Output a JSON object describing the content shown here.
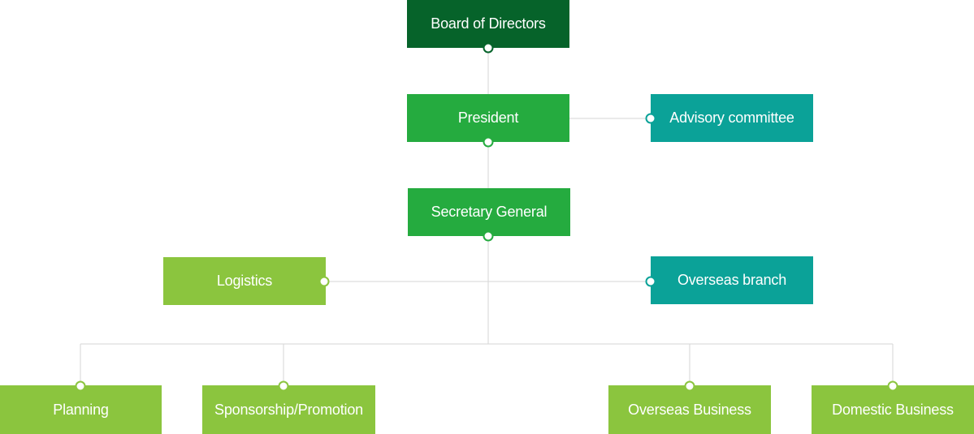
{
  "colors": {
    "dark_green": "#06632a",
    "mid_green": "#25ab3f",
    "teal": "#0ba298",
    "light_green": "#8bc53e",
    "connector": "#d6d6d6"
  },
  "nodes": {
    "board": {
      "label": "Board of Directors"
    },
    "president": {
      "label": "President"
    },
    "advisory": {
      "label": "Advisory committee"
    },
    "secretary": {
      "label": "Secretary General"
    },
    "logistics": {
      "label": "Logistics"
    },
    "overseas_branch": {
      "label": "Overseas branch"
    },
    "planning": {
      "label": "Planning"
    },
    "sponsorship": {
      "label": "Sponsorship/Promotion"
    },
    "overseas_business": {
      "label": "Overseas Business"
    },
    "domestic_business": {
      "label": "Domestic Business"
    }
  }
}
